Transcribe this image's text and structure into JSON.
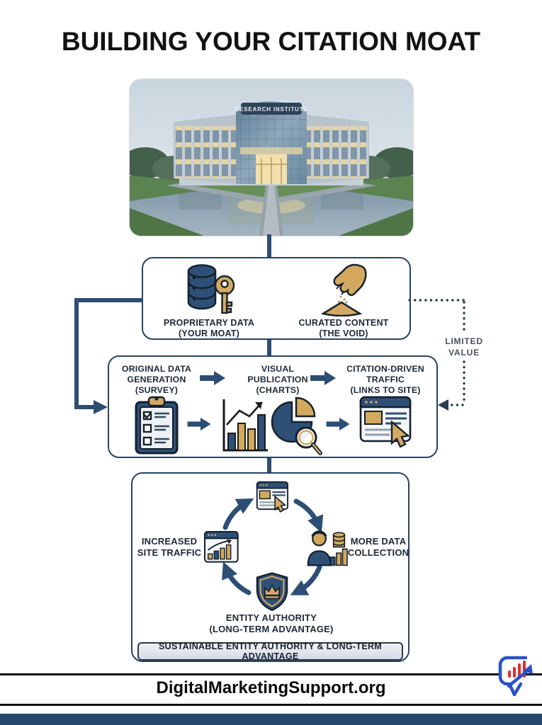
{
  "title": "BUILDING YOUR CITATION MOAT",
  "building": {
    "sign": "RESEARCH INSTITUTE"
  },
  "moat_box": {
    "proprietary": {
      "icon": "database-key-icon",
      "label": "PROPRIETARY DATA\n(YOUR MOAT)"
    },
    "curated": {
      "icon": "hand-sand-icon",
      "label": "CURATED CONTENT\n(THE VOID)"
    }
  },
  "limited_value_label": "LIMITED\nVALUE",
  "process_box": {
    "steps": [
      {
        "icon": "clipboard-survey-icon",
        "label": "ORIGINAL DATA\nGENERATION\n(SURVEY)"
      },
      {
        "icon": "bar-pie-chart-icon",
        "label": "VISUAL\nPUBLICATION\n(CHARTS)"
      },
      {
        "icon": "website-click-icon",
        "label": "CITATION-DRIVEN\nTRAFFIC\n(LINKS TO SITE)"
      }
    ]
  },
  "cycle_box": {
    "top_icon": "website-click-icon",
    "right": {
      "icon": "person-data-icon",
      "label": "MORE DATA\nCOLLECTION"
    },
    "bottom": {
      "icon": "shield-crown-icon",
      "label": "ENTITY AUTHORITY\n(LONG-TERM ADVANTAGE)"
    },
    "left": {
      "icon": "traffic-growth-icon",
      "label": "INCREASED\nSITE TRAFFIC"
    },
    "banner": "SUSTAINABLE ENTITY AUTHORITY & LONG-TERM ADVANTAGE"
  },
  "footer": {
    "site": "DigitalMarketingSupport.org",
    "logo": "brand-logo-icon"
  },
  "colors": {
    "navy": "#2E5077",
    "tan": "#D4A95F",
    "outline": "#16222E",
    "box_border": "#29445F",
    "connector": "#2D4E74",
    "bottom_bar": "#27496D",
    "logo_blue": "#2B50C8",
    "logo_red": "#E02D2D"
  }
}
